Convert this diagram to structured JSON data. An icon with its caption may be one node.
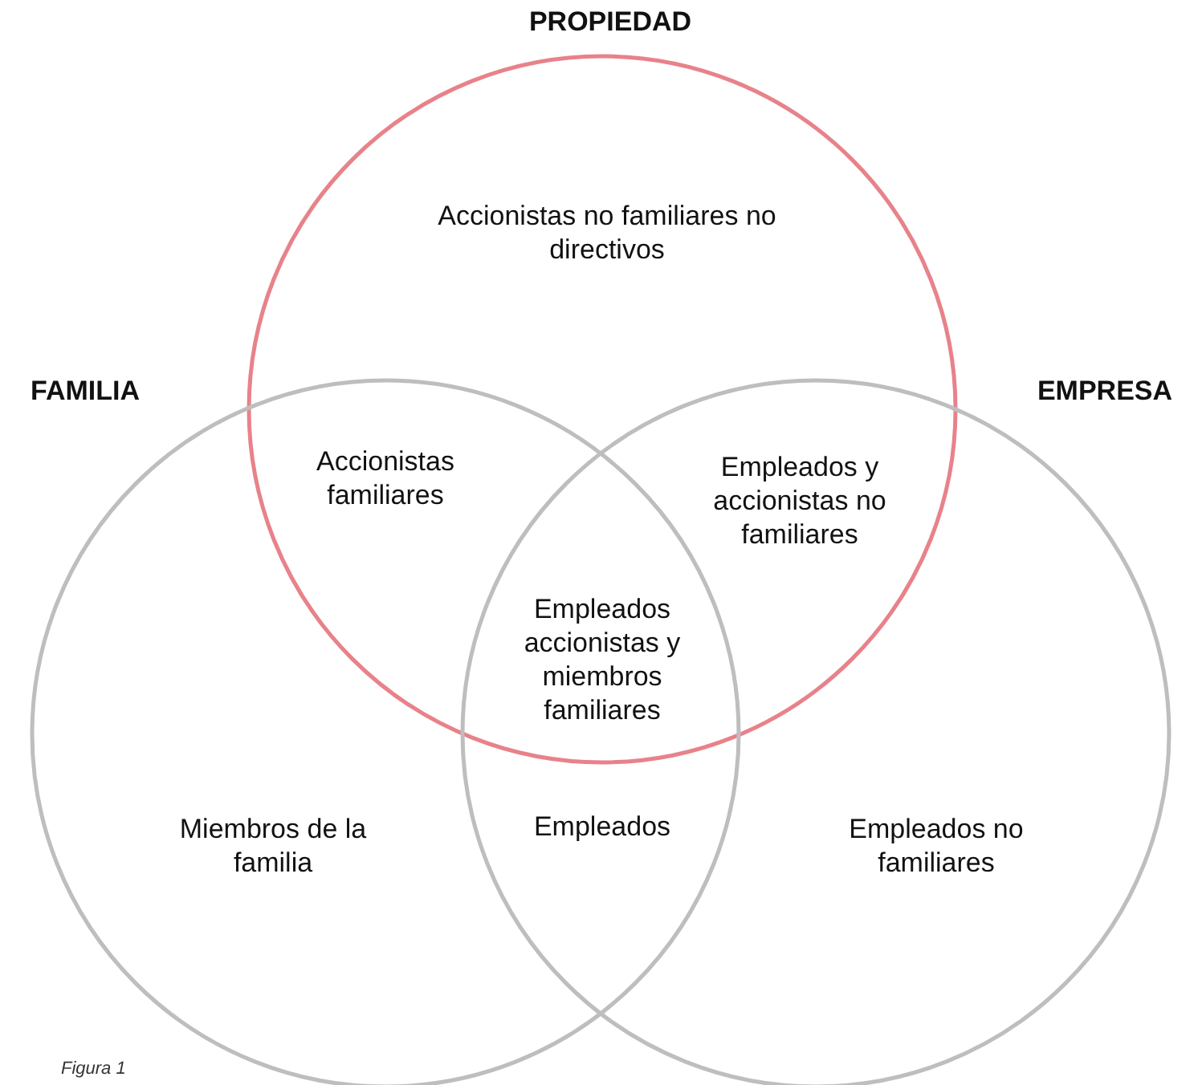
{
  "diagram": {
    "caption": "Figura 1",
    "nodes": [
      {
        "text": [
          "PROPIEDAD"
        ]
      },
      {
        "text": [
          "FAMILIA"
        ]
      },
      {
        "text": [
          "EMPRESA"
        ]
      }
    ],
    "labels": [
      "Accionistas no familiares no directivos",
      "Accionistas familiares",
      "Empleados y accionistas no familiares",
      "Empleados accionistas y miembros familiares",
      "Miembros de la familia",
      "Empleados",
      "Empleados no familiares"
    ]
  }
}
